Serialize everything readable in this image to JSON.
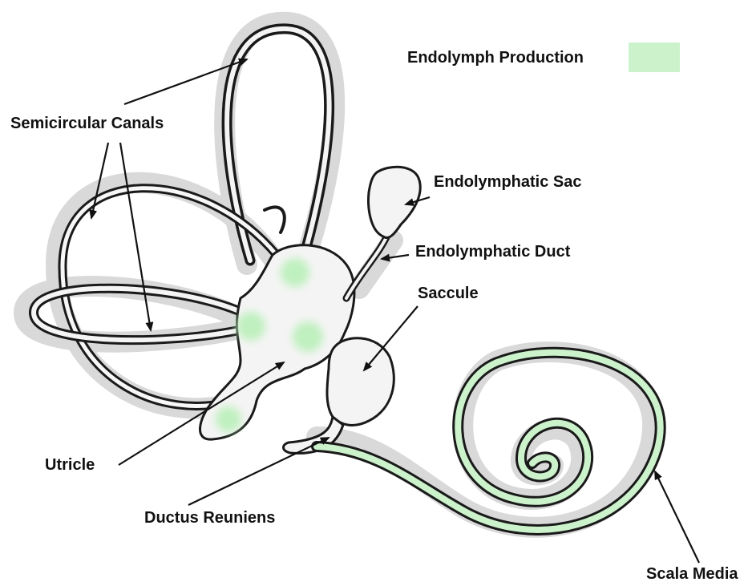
{
  "labels": {
    "legend": "Endolymph Production",
    "semicircular_canals": "Semicircular Canals",
    "endolymphatic_sac": "Endolymphatic Sac",
    "endolymphatic_duct": "Endolymphatic Duct",
    "saccule": "Saccule",
    "utricle": "Utricle",
    "ductus_reuniens": "Ductus Reuniens",
    "scala_media": "Scala Media"
  },
  "colors": {
    "endolymph_production": "#ccf2cc",
    "organ_fill": "#f4f4f4",
    "outline": "#1a1a1a",
    "halo": "#d6d6d6"
  }
}
